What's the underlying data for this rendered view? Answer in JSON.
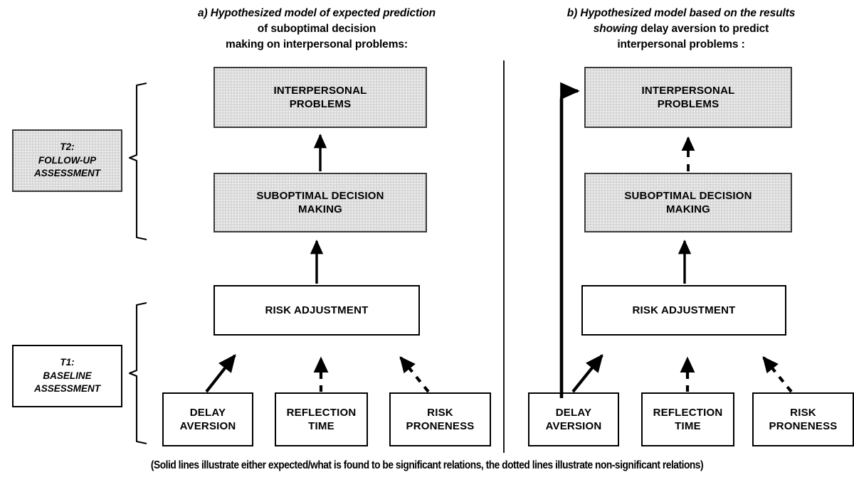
{
  "figure": {
    "caption": "(Solid lines illustrate either expected/what is found to be significant relations, the dotted lines illustrate non-significant relations)",
    "colors": {
      "stroke": "#000000",
      "filled_node_bg": "#d8d8d8",
      "page_bg": "#ffffff"
    }
  },
  "timepoints": [
    {
      "id": "t2",
      "line1": "T2:",
      "line2": "FOLLOW-UP",
      "line3": "ASSESSMENT",
      "filled": true
    },
    {
      "id": "t1",
      "line1": "T1:",
      "line2": "BASELINE",
      "line3": "ASSESSMENT",
      "filled": false
    }
  ],
  "panels": [
    {
      "id": "a",
      "title": {
        "lead": "a) Hypothesized model of expected prediction",
        "line2": "of suboptimal decision",
        "line3": "making on interpersonal problems:"
      },
      "nodes": {
        "interpersonal_problems": {
          "line1": "INTERPERSONAL",
          "line2": "PROBLEMS"
        },
        "suboptimal_decision_making": {
          "line1": "SUBOPTIMAL DECISION",
          "line2": "MAKING"
        },
        "risk_adjustment": {
          "line1": "RISK ADJUSTMENT",
          "line2": ""
        },
        "delay_aversion": {
          "line1": "DELAY",
          "line2": "AVERSION"
        },
        "reflection_time": {
          "line1": "REFLECTION",
          "line2": "TIME"
        },
        "risk_proneness": {
          "line1": "RISK",
          "line2": "PRONENESS"
        }
      },
      "edges": [
        {
          "from": "suboptimal_decision_making",
          "to": "interpersonal_problems",
          "style": "solid"
        },
        {
          "from": "risk_adjustment",
          "to": "suboptimal_decision_making",
          "style": "solid"
        },
        {
          "from": "delay_aversion",
          "to": "risk_adjustment",
          "style": "solid"
        },
        {
          "from": "reflection_time",
          "to": "risk_adjustment",
          "style": "dashed"
        },
        {
          "from": "risk_proneness",
          "to": "risk_adjustment",
          "style": "dashed"
        }
      ]
    },
    {
      "id": "b",
      "title": {
        "lead": "b) Hypothesized model based on the results",
        "line2_em": "showing",
        "line2": " delay aversion to predict",
        "line3": "interpersonal problems :"
      },
      "nodes": {
        "interpersonal_problems": {
          "line1": "INTERPERSONAL",
          "line2": "PROBLEMS"
        },
        "suboptimal_decision_making": {
          "line1": "SUBOPTIMAL DECISION",
          "line2": "MAKING"
        },
        "risk_adjustment": {
          "line1": "RISK ADJUSTMENT",
          "line2": ""
        },
        "delay_aversion": {
          "line1": "DELAY",
          "line2": "AVERSION"
        },
        "reflection_time": {
          "line1": "REFLECTION",
          "line2": "TIME"
        },
        "risk_proneness": {
          "line1": "RISK",
          "line2": "PRONENESS"
        }
      },
      "edges": [
        {
          "from": "suboptimal_decision_making",
          "to": "interpersonal_problems",
          "style": "dashed"
        },
        {
          "from": "risk_adjustment",
          "to": "suboptimal_decision_making",
          "style": "solid"
        },
        {
          "from": "delay_aversion",
          "to": "risk_adjustment",
          "style": "solid"
        },
        {
          "from": "reflection_time",
          "to": "risk_adjustment",
          "style": "dashed"
        },
        {
          "from": "risk_proneness",
          "to": "risk_adjustment",
          "style": "dashed"
        },
        {
          "from": "delay_aversion",
          "to": "interpersonal_problems",
          "style": "solid-long"
        }
      ]
    }
  ]
}
